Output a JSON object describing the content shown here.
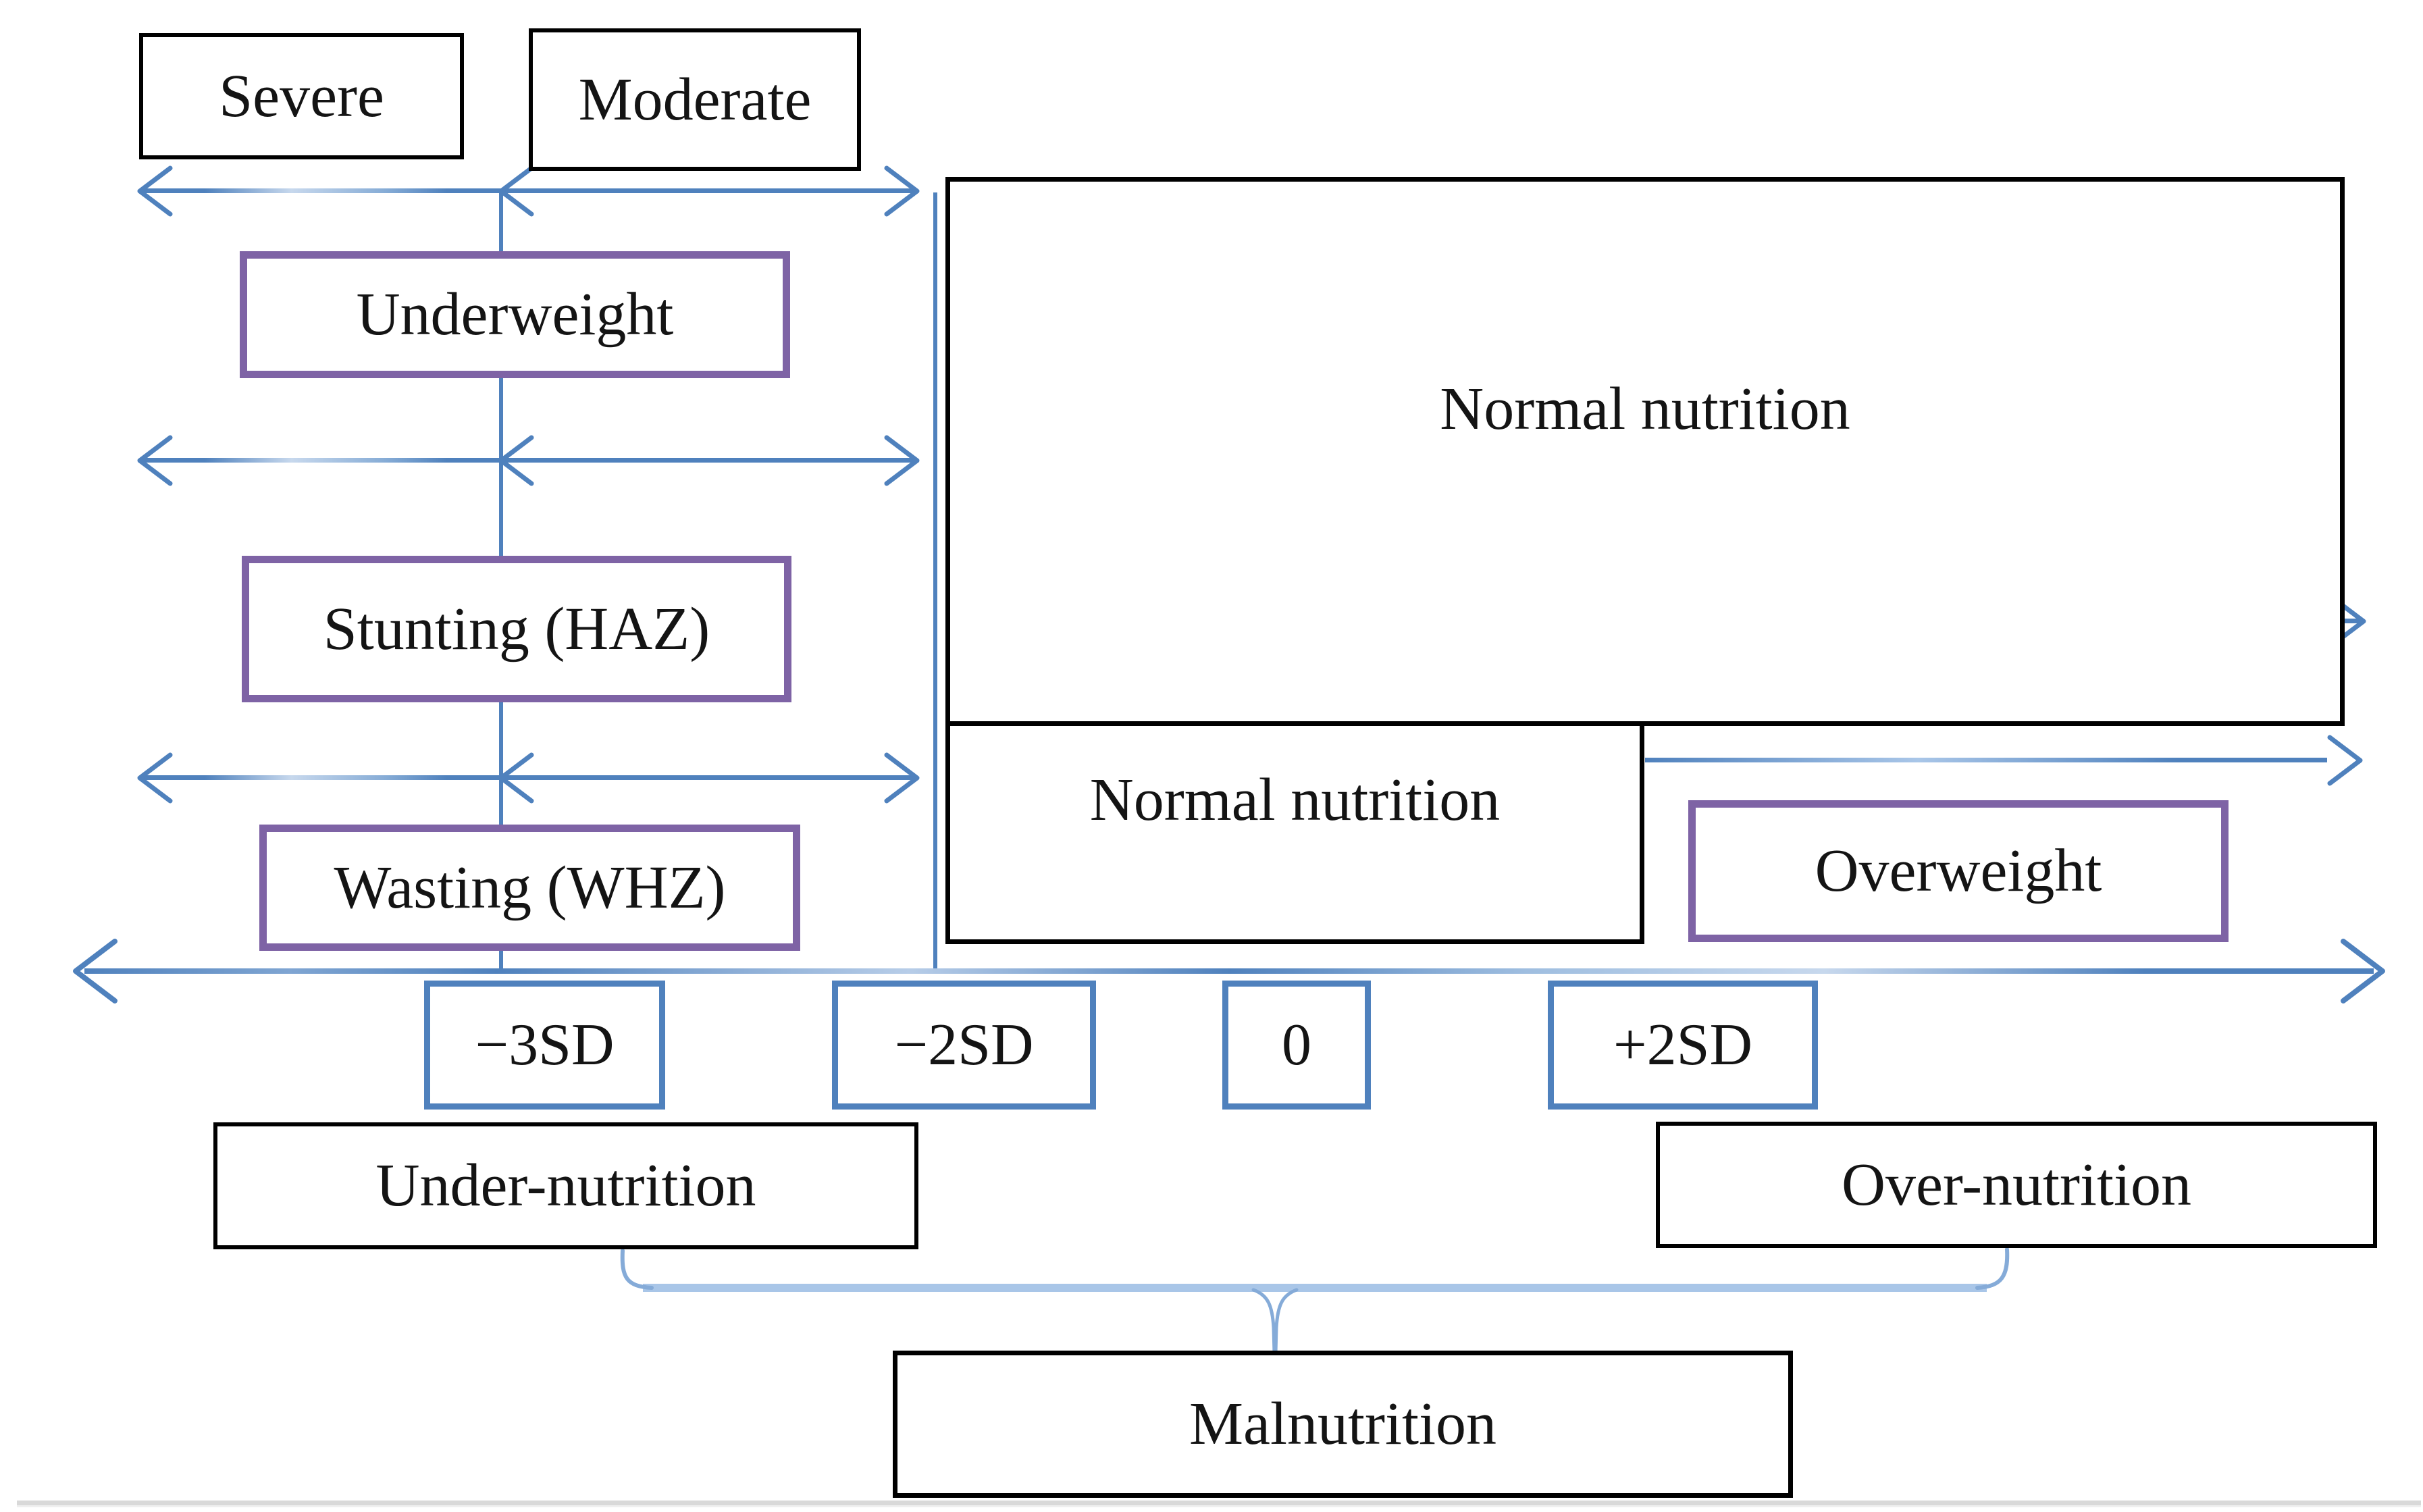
{
  "colors": {
    "purple_border": "#7E63A5",
    "blue": "#4F81BD",
    "light_blue": "#A9C6E8",
    "black_border": "#000000",
    "gray_rule": "#D9D9D9"
  },
  "severity": {
    "severe": "Severe",
    "moderate": "Moderate"
  },
  "indicators": {
    "underweight": "Underweight",
    "stunting": "Stunting (HAZ)",
    "wasting": "Wasting (WHZ)"
  },
  "regions": {
    "normal_main": "Normal nutrition",
    "normal_small": "Normal nutrition",
    "overweight": "Overweight"
  },
  "axis": {
    "labels": [
      "−3SD",
      "−2SD",
      "0",
      "+2SD"
    ]
  },
  "outcomes": {
    "under_nutrition": "Under-nutrition",
    "over_nutrition": "Over-nutrition",
    "malnutrition": "Malnutrition"
  }
}
